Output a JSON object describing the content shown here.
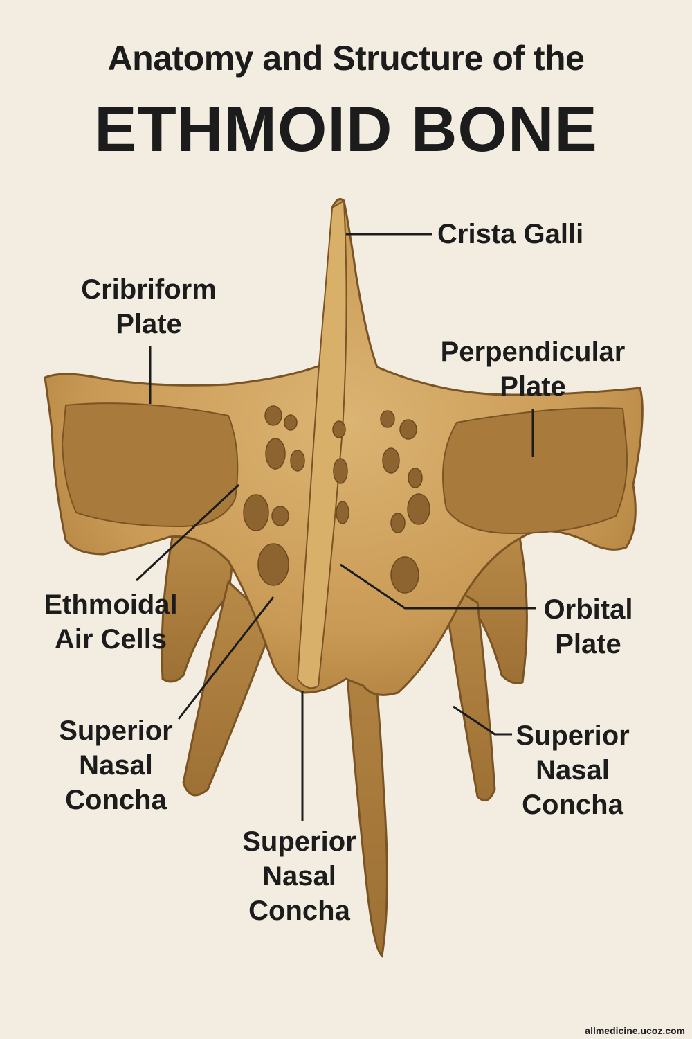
{
  "title": {
    "line1": "Anatomy and Structure of the",
    "line2": "ETHMOID BONE"
  },
  "labels": {
    "crista_galli": [
      "Crista Galli"
    ],
    "cribriform_plate": [
      "Cribriform",
      "Plate"
    ],
    "perpendicular_plate": [
      "Perpendicular",
      "Plate"
    ],
    "ethmoidal_air_cells": [
      "Ethmoidal",
      "Air Cells"
    ],
    "orbital_plate": [
      "Orbital",
      "Plate"
    ],
    "superior_nasal_concha_left": [
      "Superior",
      "Nasal",
      "Concha"
    ],
    "superior_nasal_concha_right": [
      "Superior",
      "Nasal",
      "Concha"
    ],
    "superior_nasal_concha_bottom": [
      "Superior",
      "Nasal",
      "Concha"
    ]
  },
  "watermark": "allmedicine.ucoz.com",
  "colors": {
    "background": "#f3ece1",
    "bone": "#cfa35e",
    "bone_shadow": "#a97a3a",
    "outline": "#7a5424",
    "cavity": "#8d6430",
    "leader": "#1c1c1c"
  }
}
